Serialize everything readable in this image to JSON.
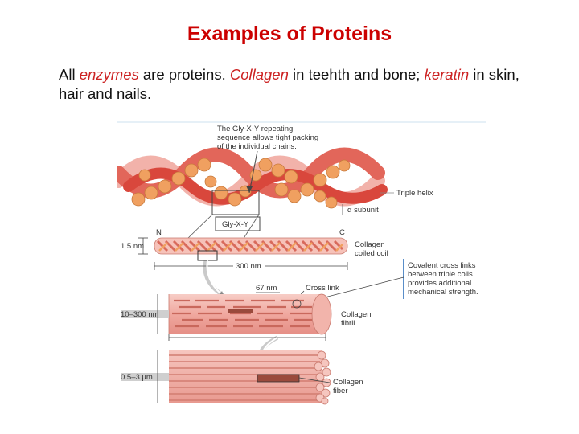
{
  "slide": {
    "title": "Examples of Proteins",
    "text": {
      "p1": "All ",
      "enzymes": "enzymes",
      "p2": " are proteins.  ",
      "collagen": "Collagen",
      "p3": " in teehth and bone; ",
      "keratin": "keratin",
      "p4": " in skin, hair and nails."
    },
    "accent_color": "#cc0000"
  },
  "figure": {
    "labels": {
      "gly_caption_1": "The Gly-X-Y repeating",
      "gly_caption_2": "sequence allows tight packing",
      "gly_caption_3": "of the individual chains.",
      "triple_helix": "Triple helix",
      "alpha_subunit": "α subunit",
      "gly_box": "Gly-X-Y",
      "n_terminal": "N",
      "c_terminal": "C",
      "dim_1_5nm": "1.5 nm",
      "coil_1": "Collagen",
      "coil_2": "coiled coil",
      "dim_300nm": "300 nm",
      "crosslink_note_1": "Covalent cross links",
      "crosslink_note_2": "between triple coils",
      "crosslink_note_3": "provides additional",
      "crosslink_note_4": "mechanical strength.",
      "dim_67nm": "67 nm",
      "cross_link": "Cross link",
      "dim_fibril": "10–300 nm",
      "fibril_1": "Collagen",
      "fibril_2": "fibril",
      "dim_fiber": "0.5–3 μm",
      "fiber_1": "Collagen",
      "fiber_2": "fiber"
    },
    "colors": {
      "strand_red": "#e2665a",
      "strand_pink": "#f2b2aa",
      "bead_orange": "#f0a060",
      "fibril_pink": "#f2b4ab"
    }
  }
}
